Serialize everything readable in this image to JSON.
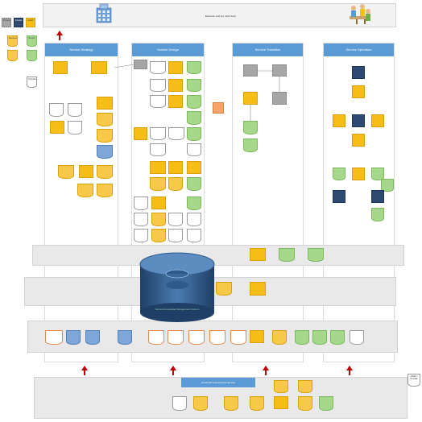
{
  "banner": {
    "title": "Business Unit (ex. End User)"
  },
  "legend": {
    "items": [
      {
        "label": "Process",
        "color": "#a6a6a6"
      },
      {
        "label": "Internal",
        "color": "#2e4a72"
      },
      {
        "label": "Artifact",
        "color": "#f6bd16"
      },
      {
        "label": "Document",
        "color": "#f8c84a"
      },
      {
        "label": "Record",
        "color": "#a5d88a"
      },
      {
        "label": "Template",
        "color": "#ffffff"
      }
    ]
  },
  "columns": [
    {
      "title": "Service Strategy"
    },
    {
      "title": "Service Design"
    },
    {
      "title": "Service Transition"
    },
    {
      "title": "Service Operation"
    }
  ],
  "center": {
    "label": "Service Knowledge Management System"
  },
  "bottom": {
    "title": "Continual Improvement Service"
  },
  "note": {
    "text": "Artifact / Template"
  },
  "palette": {
    "yellow": "#f6bd16",
    "green": "#a5d88a",
    "gray": "#a6a6a6",
    "navy": "#2e4a72",
    "blue_header": "#5b9bd5",
    "arrow_red": "#c00000"
  }
}
